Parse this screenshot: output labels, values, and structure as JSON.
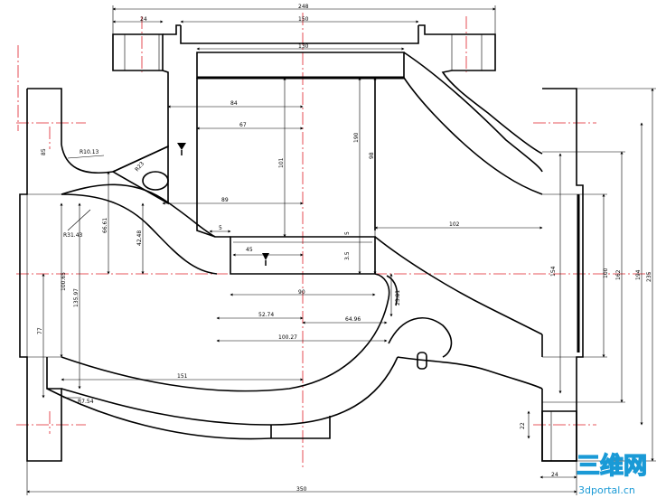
{
  "dimensions": {
    "top_overall": "248",
    "top_flange_left": "24",
    "top_flange": "150",
    "top_inner": "130",
    "d84": "84",
    "d67": "67",
    "d89": "89",
    "d5": "5",
    "d45": "45",
    "d90": "90",
    "d52_74": "52.74",
    "d64_96": "64.96",
    "d100_27": "100.27",
    "d151": "151",
    "d102": "102",
    "r10_13": "R10.13",
    "r31_43": "R31.43",
    "r7_54": "R7.54",
    "r23": "R23",
    "v85": "85",
    "v66_61": "66.61",
    "v42_48": "42.48",
    "v101": "101",
    "v98": "98",
    "v190": "190",
    "v5": "5",
    "v3_5": "3.5",
    "v23_81": "23.81",
    "v100_65": "100.65",
    "v135_97": "135.97",
    "v77": "77",
    "v154": "154",
    "v100": "100",
    "v162": "162",
    "v194": "194",
    "v235": "235",
    "v22": "22",
    "bottom_right": "24",
    "bottom_overall": "350"
  },
  "watermark": {
    "logo_text": "三维网",
    "url": "3dportal.cn"
  },
  "colors": {
    "outline": "#000000",
    "centerline": "#e0202a",
    "watermark": "#1a9ad6"
  }
}
